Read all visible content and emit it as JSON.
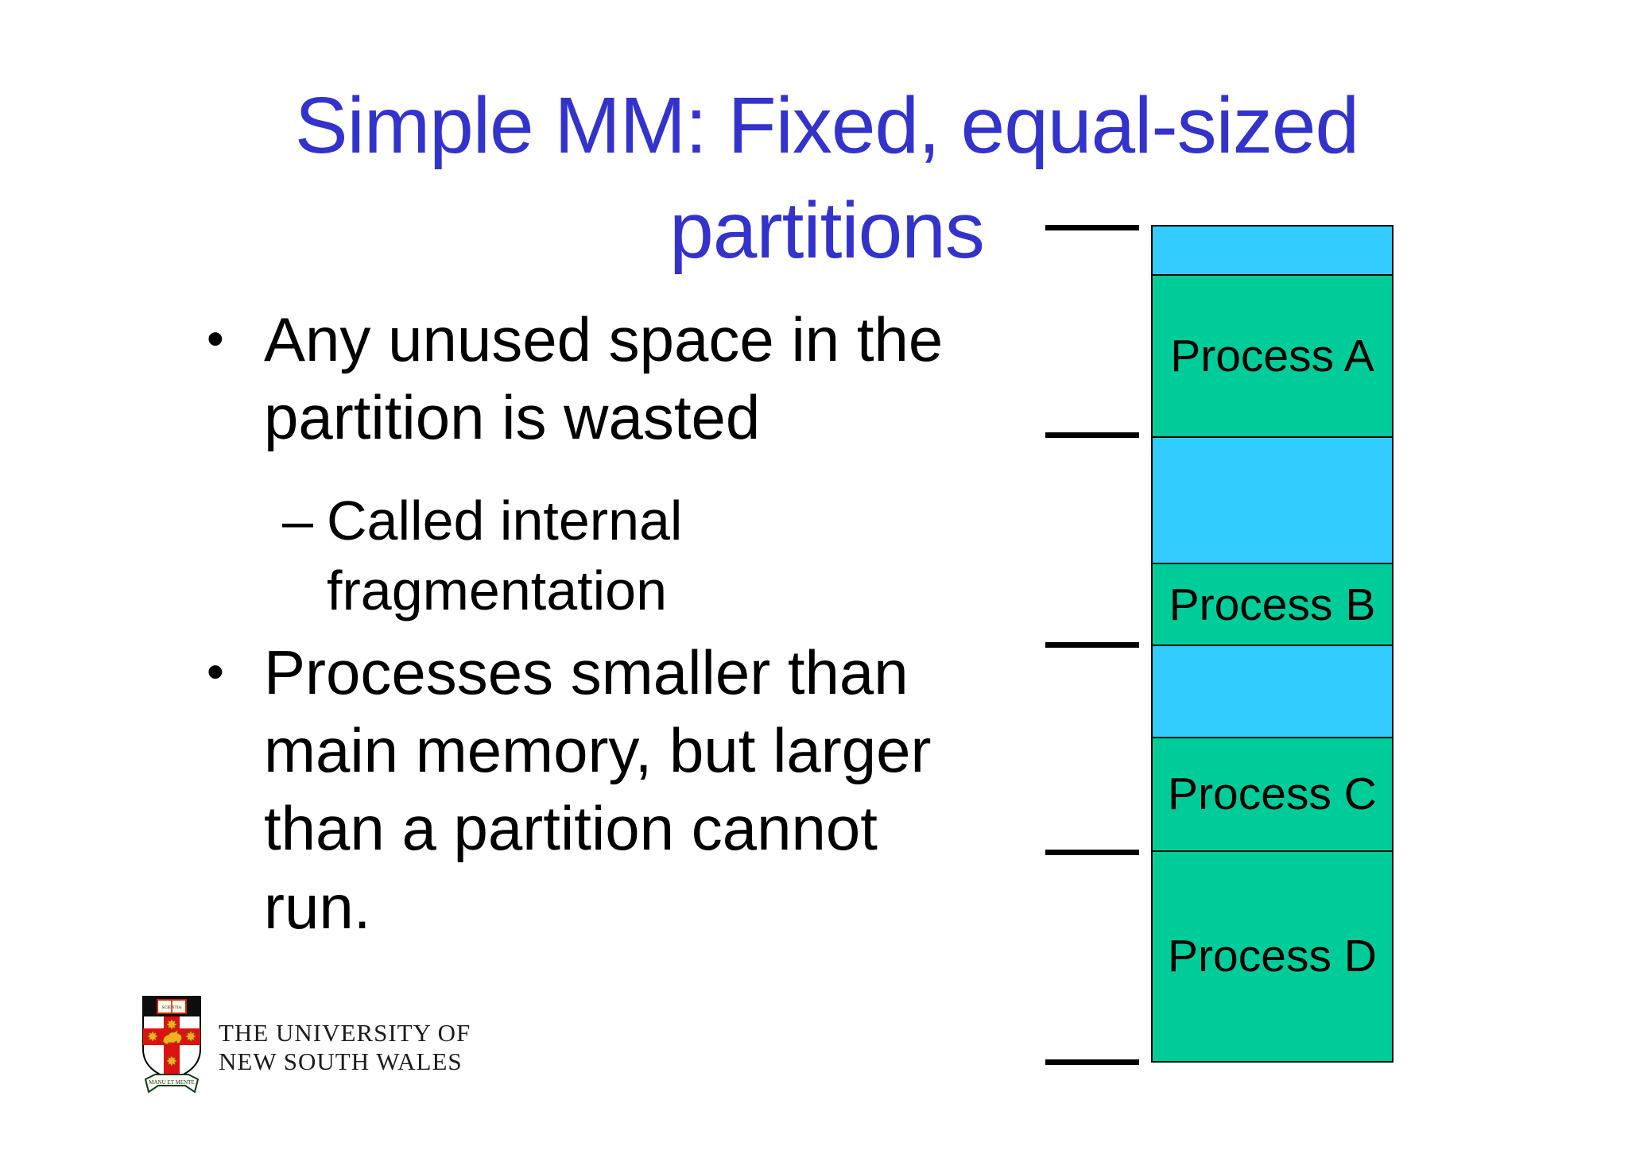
{
  "title": {
    "line1": "Simple MM: Fixed, equal-sized",
    "line2": "partitions",
    "color": "#3333CC"
  },
  "content": {
    "bullet1": {
      "marker": "•",
      "text": "Any unused space in the\npartition is wasted"
    },
    "sub1": {
      "marker": "–",
      "text": "Called internal\nfragmentation"
    },
    "bullet2": {
      "marker": "•",
      "text": "Processes smaller than\nmain memory, but larger\nthan a partition cannot\nrun."
    }
  },
  "diagram": {
    "description": "memory-column-with-fixed-partitions",
    "bands": [
      {
        "type": "free",
        "label": ""
      },
      {
        "type": "process",
        "label": "Process A"
      },
      {
        "type": "free",
        "label": ""
      },
      {
        "type": "process",
        "label": "Process B"
      },
      {
        "type": "free",
        "label": ""
      },
      {
        "type": "process",
        "label": "Process C"
      },
      {
        "type": "process",
        "label": "Process D"
      }
    ],
    "colors": {
      "free": "#33CCFF",
      "process": "#00CC99",
      "tick": "#000000",
      "border": "#000000"
    },
    "tick_count": 5
  },
  "logo": {
    "line1": "THE UNIVERSITY OF",
    "line2": "NEW SOUTH WALES",
    "crest_book_text": "SCIENTIA",
    "crest_motto": "MANU ET MENTE"
  }
}
